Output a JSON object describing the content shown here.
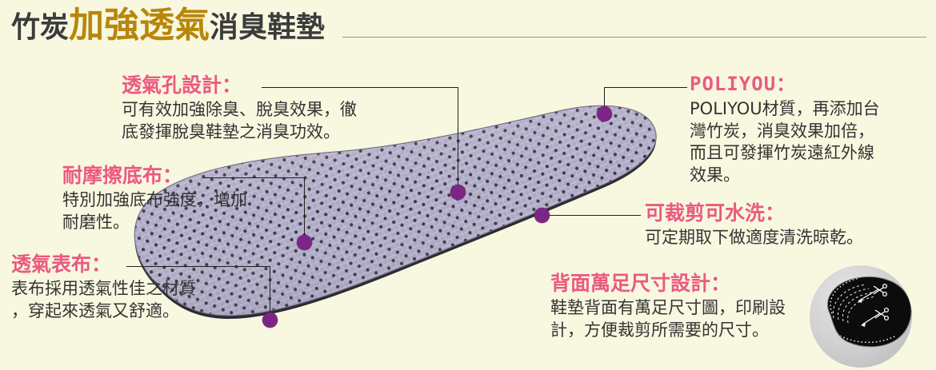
{
  "page": {
    "background_color": "#F8F8E0",
    "accent_pink": "#EB5A80",
    "accent_gold": "#B8860B",
    "dot_color": "#7D2585",
    "line_color": "#231F20"
  },
  "title": {
    "part1": "竹炭",
    "part2": "加強透氣",
    "part3": "消臭鞋墊"
  },
  "callouts": {
    "vent_holes": {
      "heading": "透氣孔設計：",
      "body": "可有效加強除臭、脫臭效果，徹\n底發揮脫臭鞋墊之消臭功效。"
    },
    "abrasion_bottom": {
      "heading": "耐摩擦底布：",
      "body": "特別加強底布強度，增加\n耐磨性。"
    },
    "breathable_top": {
      "heading": "透氣表布：",
      "body": "表布採用透氣性佳之材質\n，穿起來透氣又舒適。"
    },
    "poliyou": {
      "heading": "POLIYOU：",
      "body": "POLIYOU材質，再添加台\n灣竹炭，消臭效果加倍，\n而且可發揮竹炭遠紅外線\n效果。"
    },
    "cut_wash": {
      "heading": "可裁剪可水洗：",
      "body": "可定期取下做適度清洗晾乾。"
    },
    "size_chart": {
      "heading": "背面萬足尺寸設計：",
      "body": "鞋墊背面有萬足尺寸圖，印刷設\n計，方便裁剪所需要的尺寸。"
    }
  },
  "artwork": {
    "insole_alt": "grey-mesh-insole",
    "inset_alt": "insole-back-size-chart"
  }
}
